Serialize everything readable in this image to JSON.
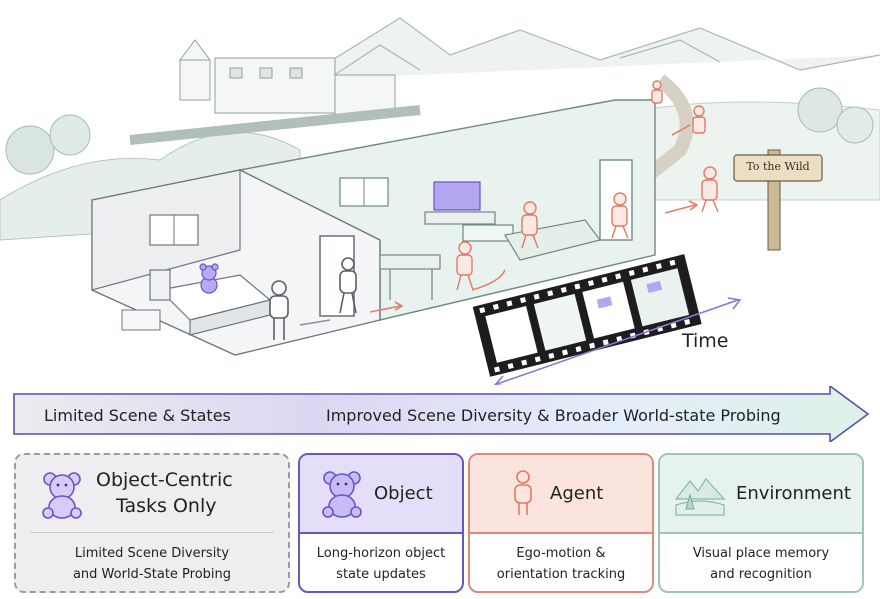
{
  "scene": {
    "sign_text": "To the Wild",
    "time_label": "Time"
  },
  "arrow": {
    "left_label": "Limited Scene & States",
    "right_label": "Improved Scene Diversity & Broader World-state Probing"
  },
  "cards": {
    "limited": {
      "title_line1": "Object-Centric",
      "title_line2": "Tasks Only",
      "desc_line1": "Limited Scene Diversity",
      "desc_line2": "and World-State Probing"
    },
    "object": {
      "title": "Object",
      "desc_line1": "Long-horizon object",
      "desc_line2": "state updates"
    },
    "agent": {
      "title": "Agent",
      "desc_line1": "Ego-motion &",
      "desc_line2": "orientation tracking"
    },
    "environment": {
      "title": "Environment",
      "desc_line1": "Visual place memory",
      "desc_line2": "and recognition"
    }
  },
  "colors": {
    "object_accent": "#6a55c6",
    "agent_accent": "#e08a7a",
    "environment_accent": "#9cc6b8",
    "limited_accent": "#9a9aa2"
  },
  "icons": {
    "limited": "teddy-bear-icon",
    "object": "teddy-bear-icon",
    "agent": "person-icon",
    "environment": "landscape-icon"
  }
}
